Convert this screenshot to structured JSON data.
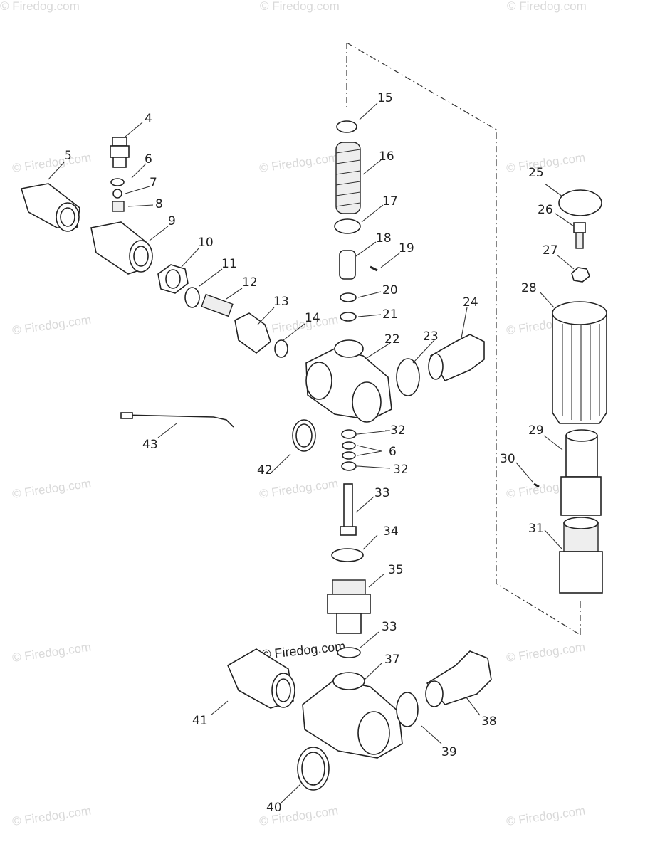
{
  "watermark_text": "© Firedog.com",
  "center_watermark_text": "© Firedog.com",
  "part_labels": [
    "4",
    "5",
    "6",
    "7",
    "8",
    "9",
    "10",
    "11",
    "12",
    "13",
    "14",
    "15",
    "16",
    "17",
    "18",
    "19",
    "20",
    "21",
    "22",
    "23",
    "24",
    "25",
    "26",
    "27",
    "28",
    "29",
    "30",
    "31",
    "32",
    "6",
    "32",
    "33",
    "34",
    "35",
    "33",
    "37",
    "38",
    "39",
    "40",
    "41",
    "42",
    "43"
  ]
}
